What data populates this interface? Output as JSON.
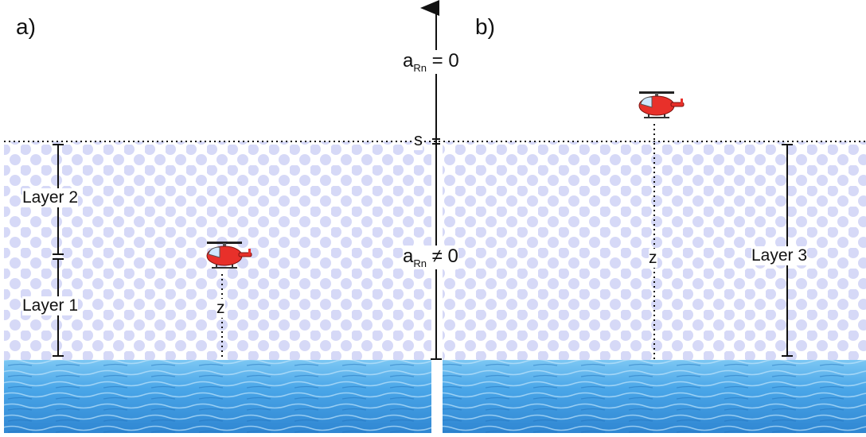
{
  "panel_a": {
    "label": "a)",
    "layers": [
      "Layer 2",
      "Layer 1"
    ],
    "altitude_label": "z"
  },
  "panel_b": {
    "label": "b)",
    "layer": "Layer 3",
    "altitude_label": "z"
  },
  "axis": {
    "above_main": "a",
    "above_sub": "Rn",
    "above_rel": "= 0",
    "below_main": "a",
    "below_sub": "Rn",
    "below_rel": "≠ 0",
    "boundary_label": "s"
  },
  "colors": {
    "dots": "#d6d9f7",
    "water_top": "#5eb6ee",
    "water_bottom": "#2e86d4",
    "helicopter": "#e8302a"
  }
}
